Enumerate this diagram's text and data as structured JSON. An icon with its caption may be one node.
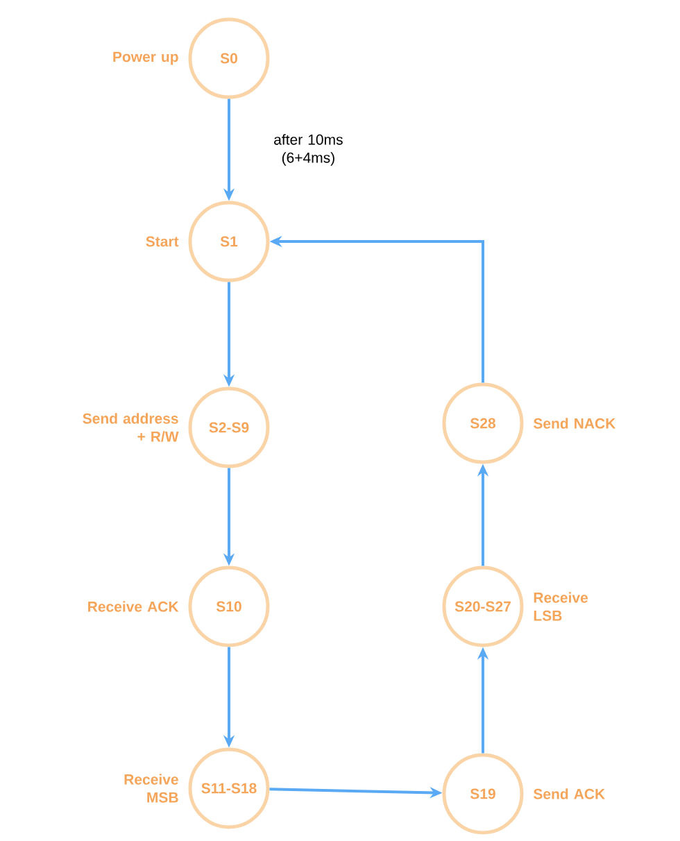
{
  "diagram": {
    "nodes": [
      {
        "text": [
          "S0"
        ],
        "beside": [
          "Power up"
        ]
      },
      {
        "text": [
          "S1"
        ],
        "beside": [
          "Start"
        ]
      },
      {
        "text": [
          "S2-S9"
        ],
        "beside": [
          "Send address + R/W"
        ]
      },
      {
        "text": [
          "S10"
        ],
        "beside": [
          "Receive ACK"
        ]
      },
      {
        "text": [
          "S11-S18"
        ],
        "beside": [
          "Receive MSB"
        ]
      },
      {
        "text": [
          "S19"
        ],
        "beside": [
          "Send ACK"
        ]
      },
      {
        "text": [
          "S20-S27"
        ],
        "beside": [
          "Receive LSB"
        ]
      },
      {
        "text": [
          "S28"
        ],
        "beside": [
          "Send NACK"
        ]
      }
    ],
    "edges": [
      {
        "from": 0,
        "to": 1,
        "arrow": "to",
        "label": "after 10ms (6+4ms)"
      },
      {
        "from": 1,
        "to": 2,
        "arrow": "to"
      },
      {
        "from": 2,
        "to": 3,
        "arrow": "to"
      },
      {
        "from": 3,
        "to": 4,
        "arrow": "to"
      },
      {
        "from": 4,
        "to": 5,
        "arrow": "to"
      },
      {
        "from": 5,
        "to": 6,
        "arrow": "to"
      },
      {
        "from": 6,
        "to": 7,
        "arrow": "to"
      },
      {
        "from": 7,
        "to": 1,
        "arrow": "to"
      }
    ]
  }
}
